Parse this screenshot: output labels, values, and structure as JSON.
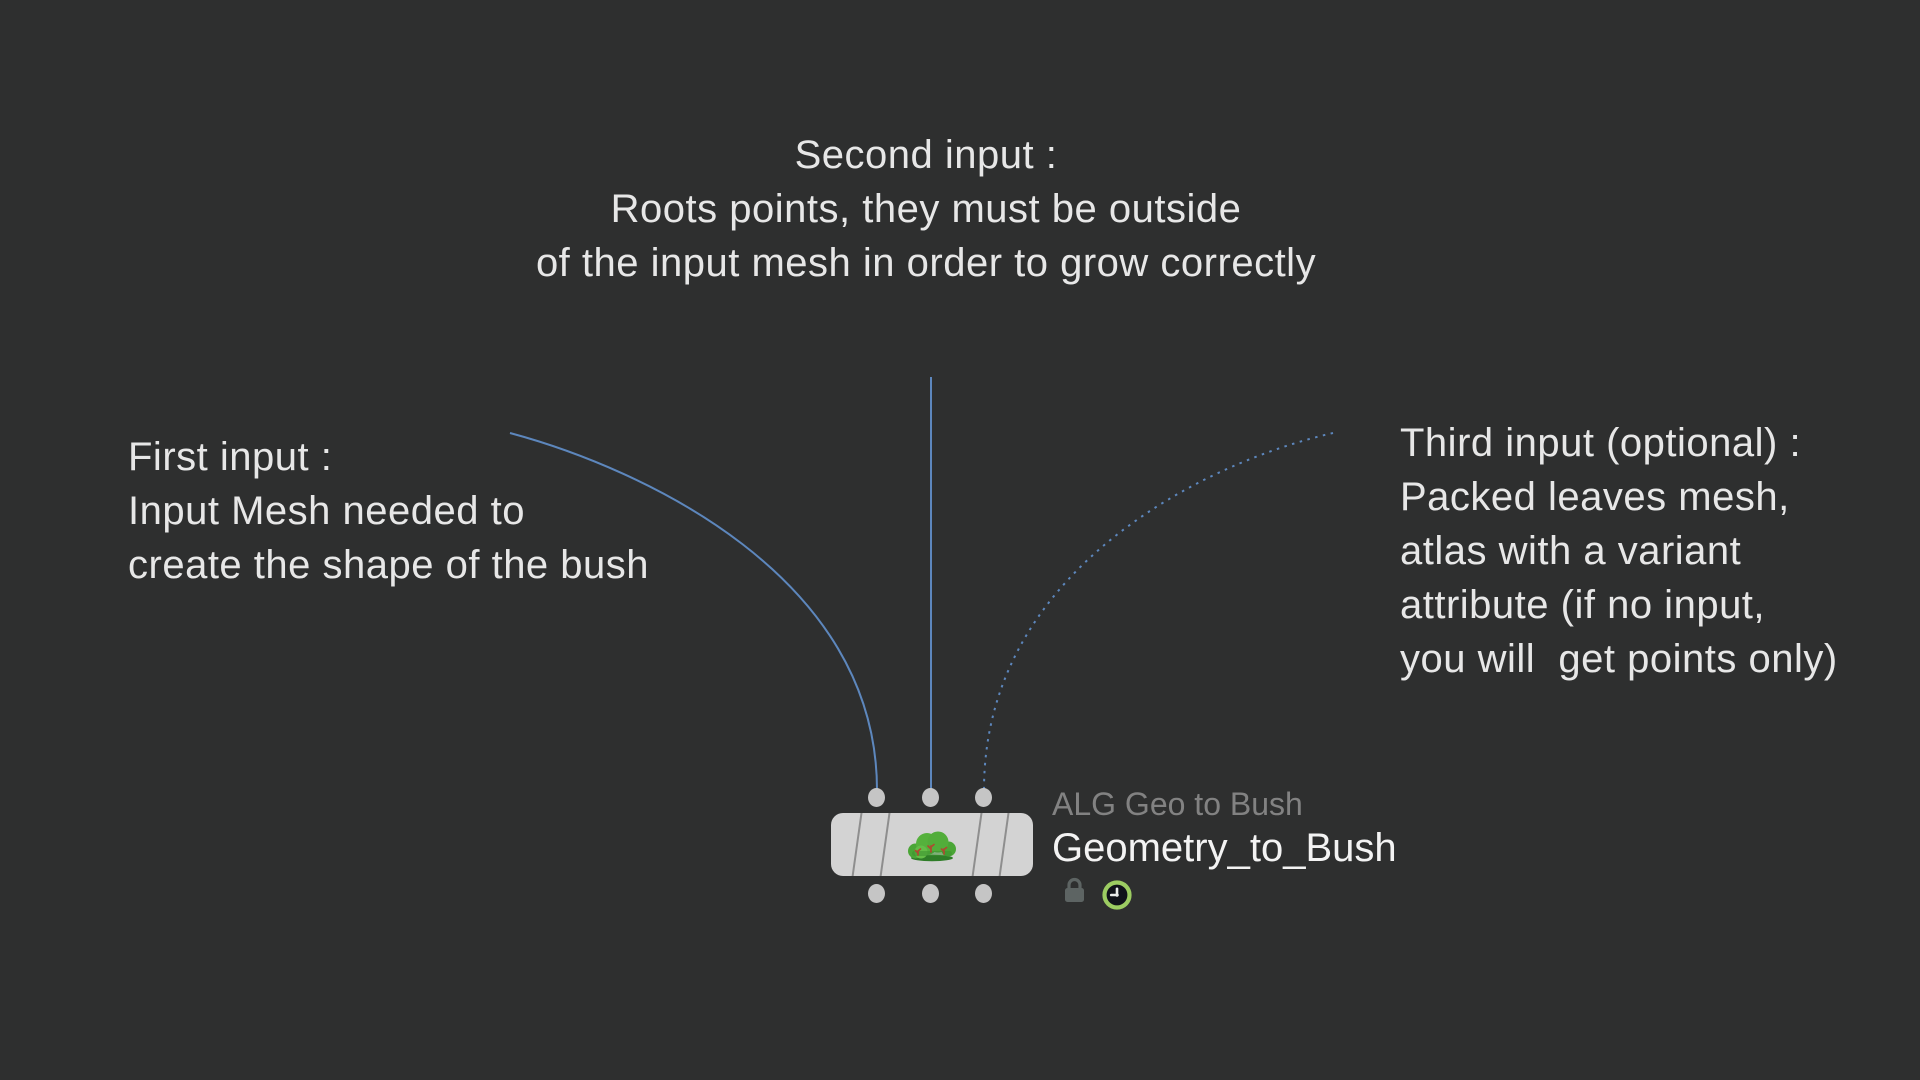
{
  "canvas": {
    "app_context": "node network editor",
    "background_color": "#2e2f2f"
  },
  "annotations": {
    "second_input": {
      "lines": [
        "Second input :",
        "Roots points, they must be outside",
        "of the input mesh in order to grow correctly"
      ]
    },
    "first_input": {
      "lines": [
        "First input :",
        "Input Mesh needed to",
        "create the shape of the bush"
      ]
    },
    "third_input": {
      "lines": [
        "Third input (optional) :",
        "Packed leaves mesh,",
        "atlas with a variant",
        "attribute (if no input,",
        "you will  get points only)"
      ]
    }
  },
  "node": {
    "type_label": "ALG Geo to Bush",
    "name_label": "Geometry_to_Bush",
    "icon": "bush-icon",
    "input_count": 3,
    "output_count": 3,
    "badges": [
      "lock-icon",
      "clock-icon"
    ]
  },
  "wires": {
    "first_input_style": "solid",
    "second_input_style": "solid",
    "third_input_style": "dotted"
  },
  "colors": {
    "bg": "#2e2f2f",
    "annot_text": "#e7e7e7",
    "wire_blue": "#5d87bd",
    "node_fill": "#d3d3d3",
    "stripe_gray": "#8e8e8e",
    "connector_gray": "#c5c5c5",
    "type_label_gray": "#828282",
    "name_label_white": "#f3f3f3",
    "lock_gray": "#5d6463",
    "clock_green": "#9ccc62",
    "bush_green": "#55b13c",
    "bush_dark": "#2f7d28"
  }
}
